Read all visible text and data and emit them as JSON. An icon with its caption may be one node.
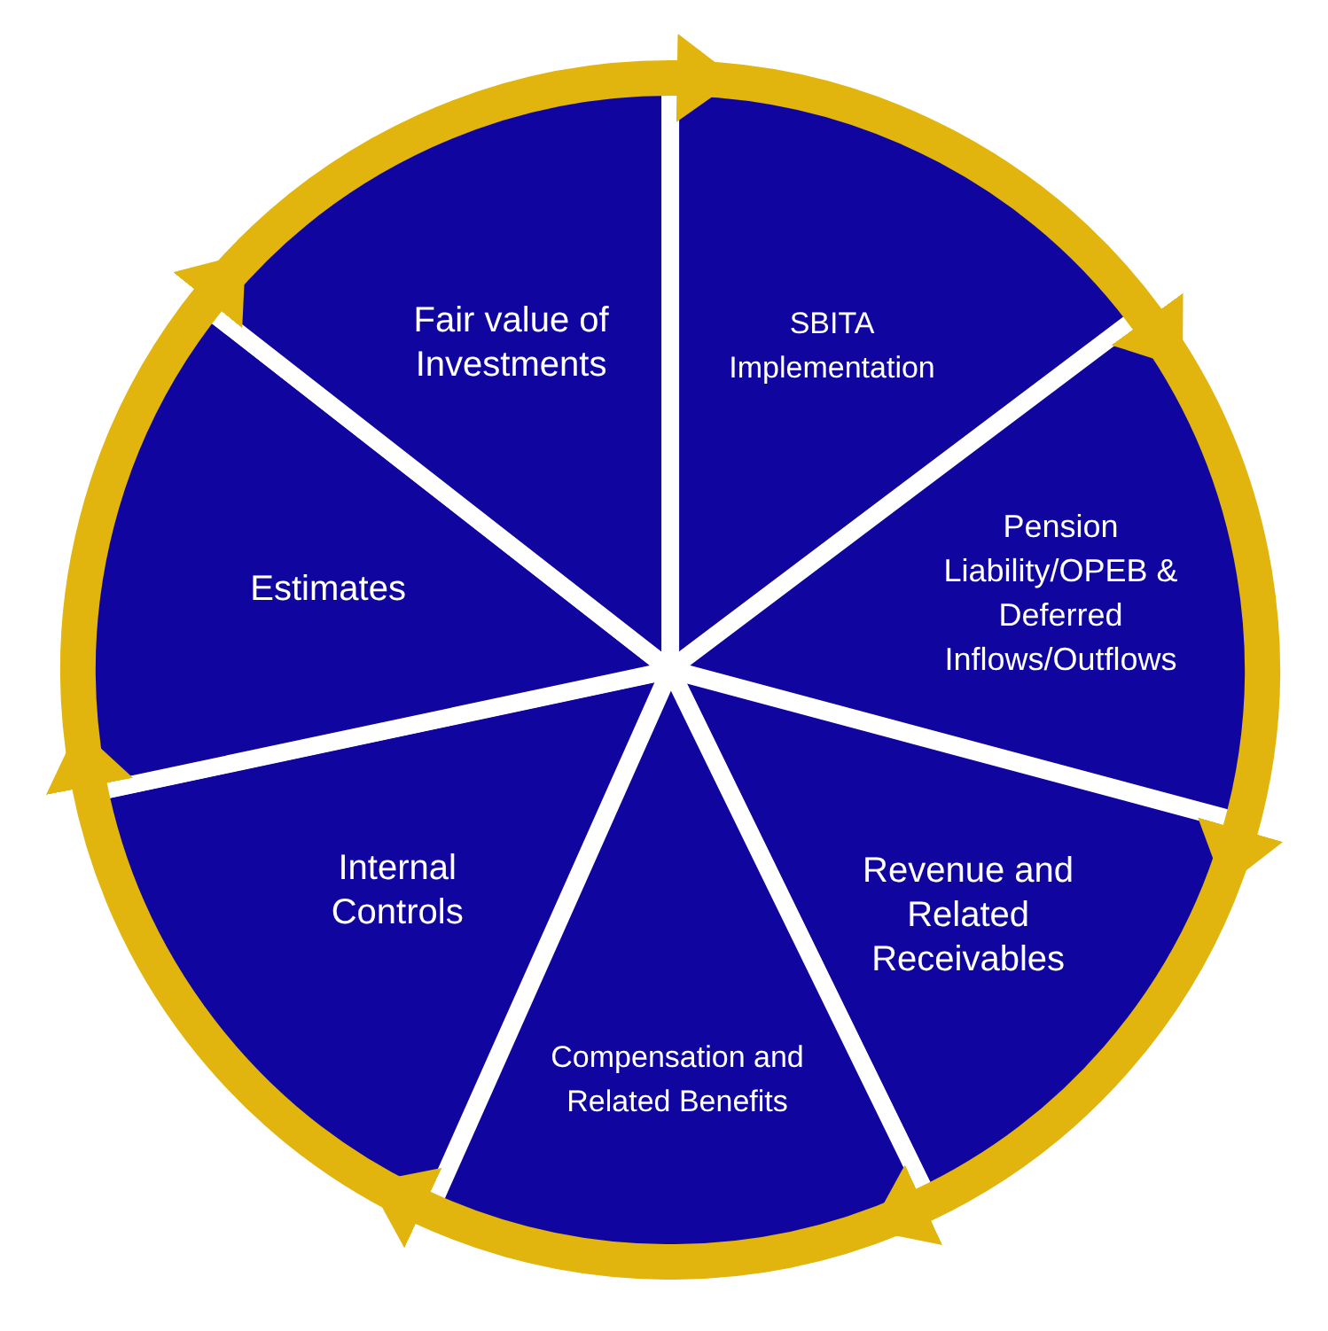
{
  "diagram": {
    "nodes": [
      {
        "text": [
          "SBITA Implementation"
        ]
      },
      {
        "text": [
          "Pension Liability/OPEB & Deferred Inflows/Outflows"
        ]
      },
      {
        "text": [
          "Revenue and Related Receivables"
        ]
      },
      {
        "text": [
          "Compensation and Related Benefits"
        ]
      },
      {
        "text": [
          "Internal Controls"
        ]
      },
      {
        "text": [
          "Estimates"
        ]
      },
      {
        "text": [
          "Fair value of Investments"
        ]
      }
    ],
    "edges": [
      {
        "from": 0,
        "to": 1,
        "arrow": "to"
      },
      {
        "from": 1,
        "to": 2,
        "arrow": "to"
      },
      {
        "from": 2,
        "to": 3,
        "arrow": "to"
      },
      {
        "from": 3,
        "to": 4,
        "arrow": "to"
      },
      {
        "from": 4,
        "to": 5,
        "arrow": "to"
      },
      {
        "from": 5,
        "to": 6,
        "arrow": "to"
      },
      {
        "from": 6,
        "to": 0,
        "arrow": "to"
      }
    ]
  }
}
